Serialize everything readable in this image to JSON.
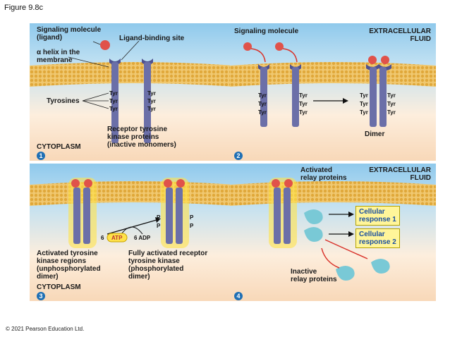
{
  "figure_title": "Figure 9.8c",
  "copyright": "© 2021 Pearson Education Ltd.",
  "panel1": {
    "number": "1",
    "signaling_molecule": "Signaling molecule\n(ligand)",
    "ligand_binding_site": "Ligand-binding site",
    "alpha_helix": "α helix in the\nmembrane",
    "tyrosines": "Tyrosines",
    "receptor": "Receptor tyrosine\nkinase proteins\n(inactive monomers)",
    "cytoplasm": "CYTOPLASM",
    "tyr": "Tyr"
  },
  "panel2": {
    "number": "2",
    "signaling_molecule": "Signaling molecule",
    "extracellular": "EXTRACELLULAR\nFLUID",
    "dimer": "Dimer"
  },
  "panel3": {
    "number": "3",
    "atp_count": "6",
    "atp": "ATP",
    "adp": "6 ADP",
    "activated_regions": "Activated tyrosine\nkinase regions\n(unphosphorylated\ndimer)",
    "fully_activated": "Fully activated receptor\ntyrosine kinase\n(phosphorylated\ndimer)",
    "cytoplasm": "CYTOPLASM",
    "p": "P"
  },
  "panel4": {
    "number": "4",
    "activated_relay": "Activated\nrelay proteins",
    "extracellular": "EXTRACELLULAR\nFLUID",
    "response1": "Cellular\nresponse 1",
    "response2": "Cellular\nresponse 2",
    "inactive_relay": "Inactive\nrelay proteins"
  },
  "colors": {
    "receptor": "#6b6fa8",
    "ligand": "#e0524a",
    "membrane": "#e9b84a",
    "glow": "#ffe24a",
    "relay": "#79c9d6",
    "arrow_red": "#d9332b",
    "number_badge": "#1f6fb4"
  }
}
